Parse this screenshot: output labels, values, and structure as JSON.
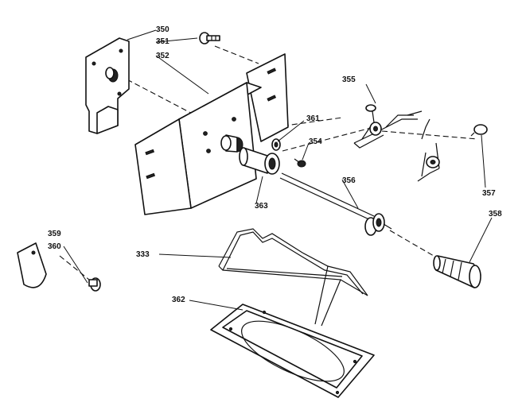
{
  "labels": {
    "l350": "350",
    "l351": "351",
    "l352": "352",
    "l333": "333",
    "l359": "359",
    "l360": "360",
    "l362": "362",
    "l355": "355",
    "l361": "361",
    "l354": "354",
    "l356": "356",
    "l363": "363",
    "l357": "357",
    "l358": "358"
  }
}
